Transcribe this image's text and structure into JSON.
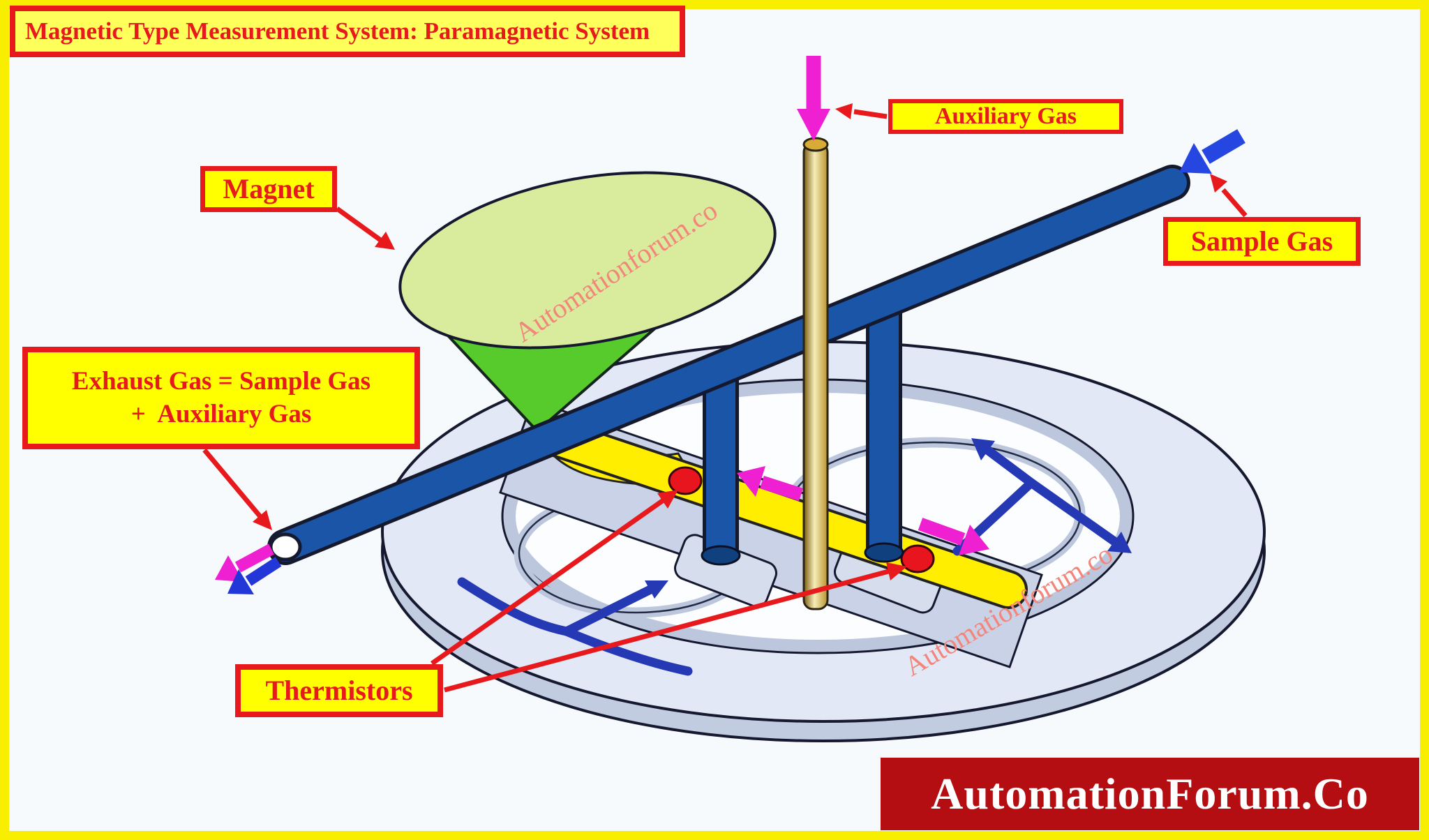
{
  "title": "Magnetic Type Measurement System: Paramagnetic System",
  "labels": {
    "magnet": "Magnet",
    "auxiliary_gas": "Auxiliary Gas",
    "sample_gas": "Sample Gas",
    "exhaust_line1": "Exhaust Gas = Sample Gas",
    "exhaust_line2": "+  Auxiliary Gas",
    "thermistors": "Thermistors"
  },
  "watermarks": {
    "text": "Automationforum.co"
  },
  "logo": {
    "text": "AutomationForum.Co"
  },
  "colors": {
    "frame_yellow": "#F8EE00",
    "label_bg": "#FFFF00",
    "title_bg": "#FFFF5C",
    "label_red": "#E8191C",
    "logo_bg": "#B50E12",
    "tube_blue": "#1B55A8",
    "tube_outline": "#15192E",
    "flow_arrow_blue": "#2639B5",
    "sample_arrow_blue": "#2546E0",
    "exhaust_arrow_blue": "#2336D8",
    "magenta": "#EF1FD2",
    "cone_body_green": "#56CB2B",
    "cone_top_green": "#D9EC9D",
    "disc_top": "#E2E8F5",
    "disc_side": "#C2CCE1",
    "disc_wall": "#BCC7DE",
    "bridge": "#C9D2E6",
    "bar_yellow": "#FFEE00",
    "thermistor_red": "#E8141E",
    "aux_tube_gold": "#D8AB36",
    "watermark_salmon": "#F2867A"
  }
}
